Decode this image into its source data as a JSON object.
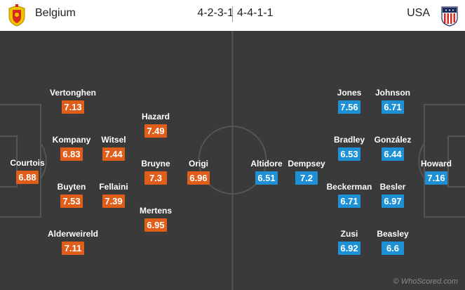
{
  "home": {
    "name": "Belgium",
    "formation": "4-2-3-1",
    "rating_color": "#e05d1a",
    "crest_icon": "belgium-crest-icon",
    "players": [
      {
        "name": "Courtois",
        "rating": "6.88"
      },
      {
        "name": "Vertonghen",
        "rating": "7.13"
      },
      {
        "name": "Kompany",
        "rating": "6.83"
      },
      {
        "name": "Buyten",
        "rating": "7.53"
      },
      {
        "name": "Alderweireld",
        "rating": "7.11"
      },
      {
        "name": "Witsel",
        "rating": "7.44"
      },
      {
        "name": "Fellaini",
        "rating": "7.39"
      },
      {
        "name": "Hazard",
        "rating": "7.49"
      },
      {
        "name": "Bruyne",
        "rating": "7.3"
      },
      {
        "name": "Mertens",
        "rating": "6.95"
      },
      {
        "name": "Origi",
        "rating": "6.96"
      }
    ]
  },
  "away": {
    "name": "USA",
    "formation": "4-4-1-1",
    "rating_color": "#1e90d6",
    "crest_icon": "usa-crest-icon",
    "players": [
      {
        "name": "Howard",
        "rating": "7.16"
      },
      {
        "name": "Johnson",
        "rating": "6.71"
      },
      {
        "name": "González",
        "rating": "6.44"
      },
      {
        "name": "Besler",
        "rating": "6.97"
      },
      {
        "name": "Beasley",
        "rating": "6.6"
      },
      {
        "name": "Jones",
        "rating": "7.56"
      },
      {
        "name": "Bradley",
        "rating": "6.53"
      },
      {
        "name": "Beckerman",
        "rating": "6.71"
      },
      {
        "name": "Zusi",
        "rating": "6.92"
      },
      {
        "name": "Dempsey",
        "rating": "7.2"
      },
      {
        "name": "Altidore",
        "rating": "6.51"
      }
    ]
  },
  "pitch_color": "#3a3a3a",
  "watermark": "© WhoScored.com"
}
